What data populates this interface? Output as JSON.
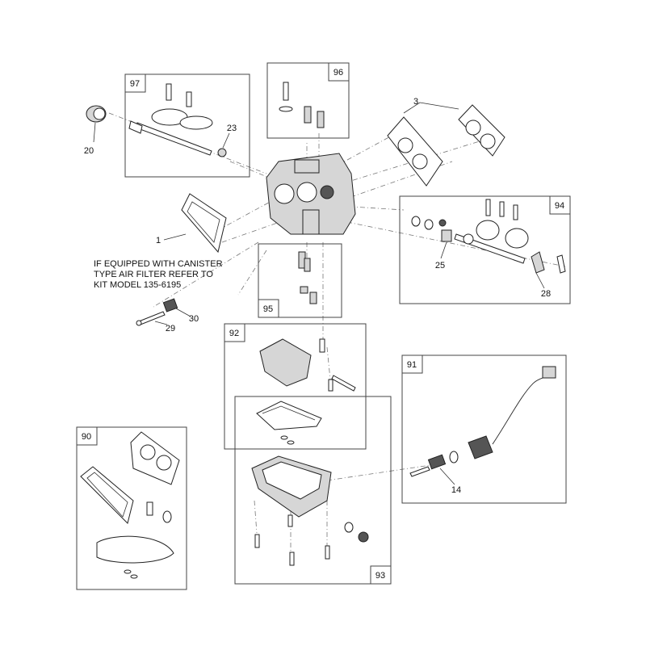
{
  "diagram": {
    "note_lines": [
      "IF EQUIPPED WITH CANISTER",
      "TYPE AIR FILTER REFER TO",
      "KIT MODEL 135-6195"
    ],
    "kit_tags": [
      "97",
      "96",
      "94",
      "95",
      "92",
      "91",
      "90",
      "93"
    ],
    "callouts": [
      "20",
      "23",
      "3",
      "1",
      "25",
      "28",
      "29",
      "30",
      "14"
    ]
  }
}
